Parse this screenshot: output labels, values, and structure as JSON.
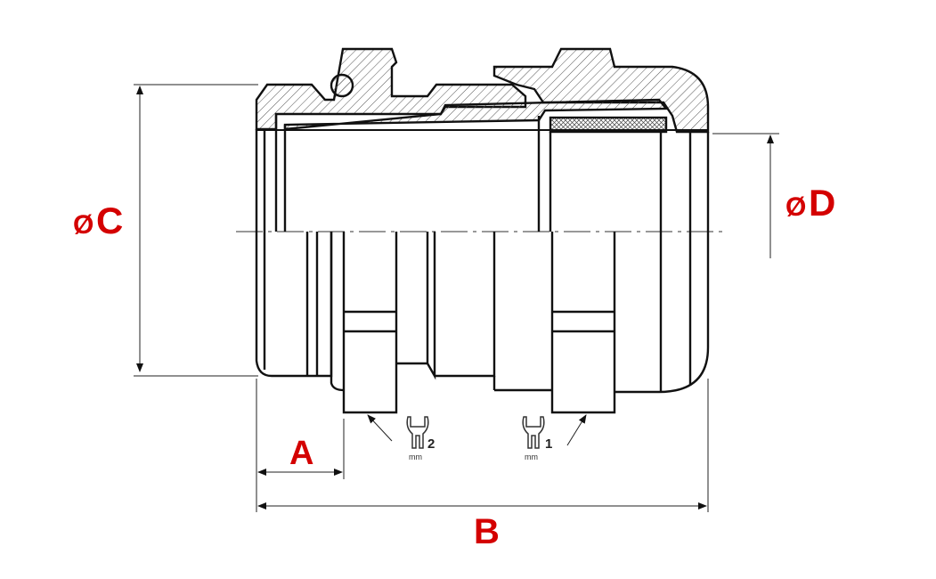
{
  "title": "Cable gland cross-section dimension drawing",
  "accent_color": "#d40000",
  "dimensions": {
    "c": {
      "symbol": "Ø",
      "label": "C"
    },
    "d": {
      "symbol": "Ø",
      "label": "D"
    },
    "a": {
      "label": "A"
    },
    "b": {
      "label": "B"
    }
  },
  "wrench_sizes": [
    {
      "icon": "wrench-icon",
      "number": "2",
      "unit": "mm"
    },
    {
      "icon": "wrench-icon",
      "number": "1",
      "unit": "mm"
    }
  ]
}
